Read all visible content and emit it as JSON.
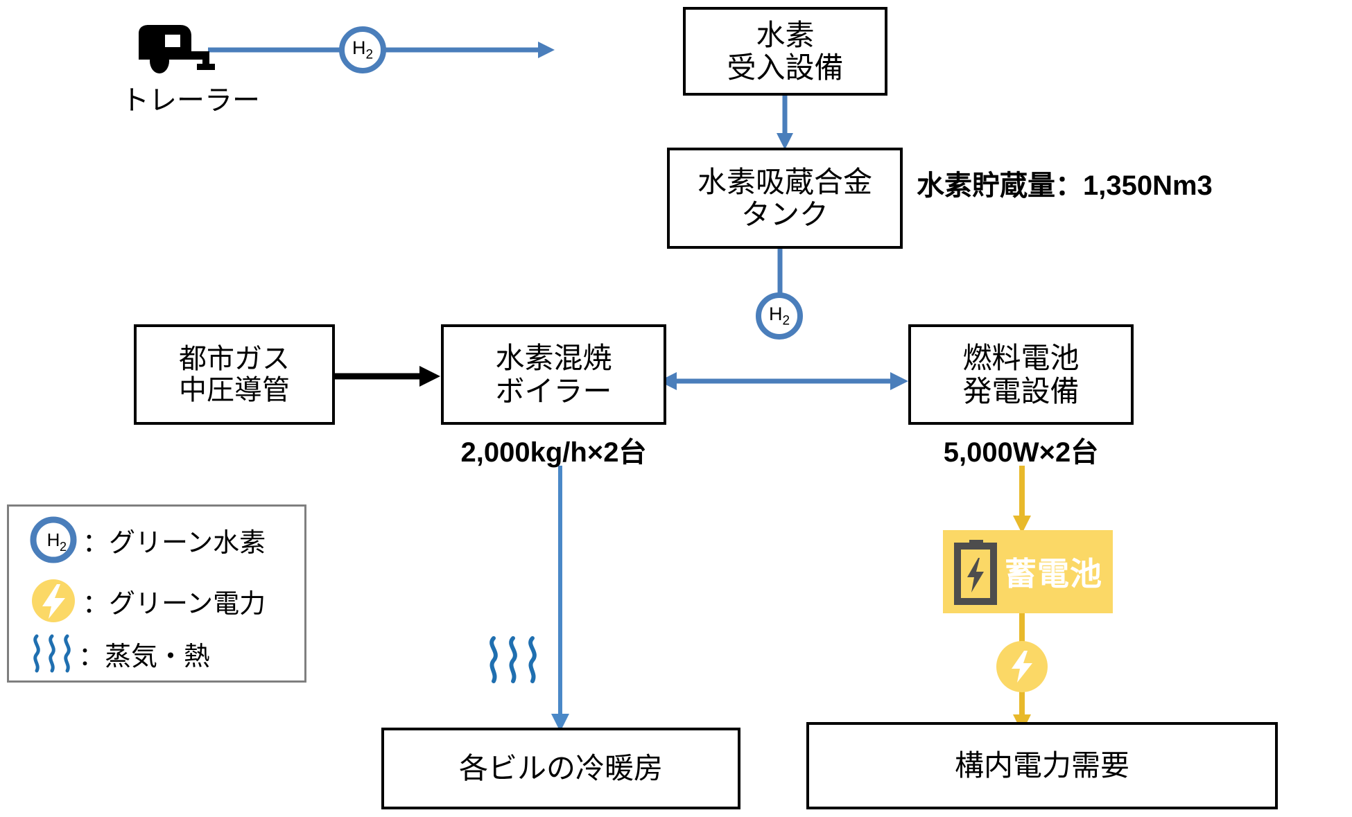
{
  "diagram": {
    "title": "hydrogen-energy-flow",
    "colors": {
      "hydrogen_blue": "#4A7EBB",
      "steam_blue": "#1F6FB0",
      "power_yellow": "#E8B92B",
      "battery_bg": "#FBD866",
      "battery_icon": "#4D4D4D",
      "box_border": "#000000",
      "legend_border": "#7F7F7F",
      "gas_arrow": "#000000"
    },
    "nodes": {
      "trailer": {
        "caption": "トレーラー",
        "icon": "trailer-icon"
      },
      "hydrogen_receiving": {
        "lines": [
          "水素",
          "受入設備"
        ]
      },
      "storage_alloy_tank": {
        "lines": [
          "水素吸蔵合金",
          "タンク"
        ]
      },
      "city_gas": {
        "lines": [
          "都市ガス",
          "中圧導管"
        ]
      },
      "hydrogen_boiler": {
        "lines": [
          "水素混焼",
          "ボイラー"
        ],
        "spec": "2,000kg/h×2台"
      },
      "fuel_cell": {
        "lines": [
          "燃料電池",
          "発電設備"
        ],
        "spec": "5,000W×2台"
      },
      "battery": {
        "label": "蓄電池",
        "icon": "battery-bolt-icon"
      },
      "building_hvac": {
        "lines": [
          "各ビルの冷暖房"
        ]
      },
      "site_power_demand": {
        "lines": [
          "構内電力需要"
        ]
      }
    },
    "annotations": {
      "hydrogen_storage_volume": "水素貯蔵量：1,350Nm3"
    },
    "markers": {
      "h2_trailer_line": "H",
      "h2_trailer_sub": "2",
      "h2_distribution": "H",
      "h2_distribution_sub": "2",
      "steam_mark": "steam-waves-icon",
      "power_bolt": "lightning-bolt-icon"
    },
    "legend": {
      "separator": "：",
      "items": [
        {
          "icon": "h2-circle-icon",
          "label": "グリーン水素",
          "symbol": "H",
          "sub": "2"
        },
        {
          "icon": "lightning-bolt-icon",
          "label": "グリーン電力"
        },
        {
          "icon": "steam-waves-icon",
          "label": "蒸気・熱"
        }
      ]
    }
  }
}
